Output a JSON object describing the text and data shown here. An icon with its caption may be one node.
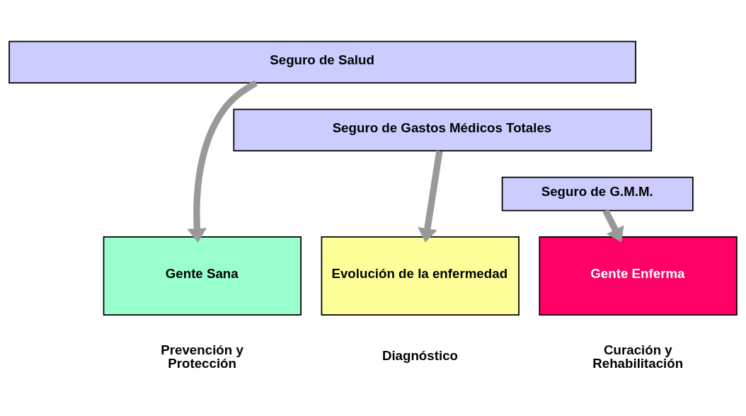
{
  "diagram": {
    "nodes": [
      {
        "text": [
          "Seguro de Salud"
        ]
      },
      {
        "text": [
          "Seguro de Gastos Médicos Totales"
        ]
      },
      {
        "text": [
          "Seguro de G.M.M."
        ]
      },
      {
        "text": [
          "Gente Sana"
        ],
        "beside": [
          "Prevención y Protección"
        ]
      },
      {
        "text": [
          "Evolución de la enfermedad"
        ],
        "beside": [
          "Diagnóstico"
        ]
      },
      {
        "text": [
          "Gente Enferma"
        ],
        "beside": [
          "Curación y Rehabilitación"
        ]
      }
    ],
    "edges": [
      {
        "from": 0,
        "to": 3,
        "arrow": "to"
      },
      {
        "from": 1,
        "to": 4,
        "arrow": "to"
      },
      {
        "from": 2,
        "to": 5,
        "arrow": "to"
      }
    ]
  }
}
